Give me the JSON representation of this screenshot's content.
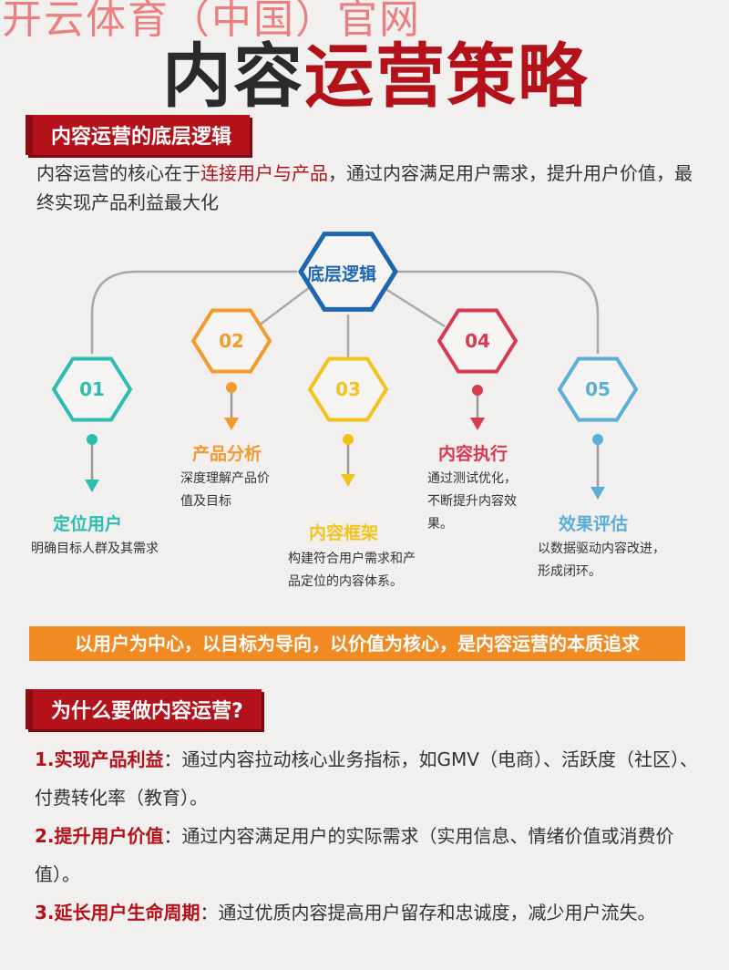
{
  "watermark": "开云体育（中国）官网",
  "title": {
    "dark": "内容",
    "red": "运营策略"
  },
  "section1": {
    "heading": "内容运营的底层逻辑",
    "intro_pre": "内容运营的核心在于",
    "intro_highlight": "连接用户与产品",
    "intro_post": "，通过内容满足用户需求，提升用户价值，最终实现产品利益最大化"
  },
  "diagram": {
    "center": "底层逻辑",
    "colors": {
      "center": "#1f66b0",
      "line": "#a8a8a8"
    },
    "steps": [
      {
        "num": "01",
        "label": "定位用户",
        "desc": "明确目标人群及其需求",
        "color": "#2bbdb0"
      },
      {
        "num": "02",
        "label": "产品分析",
        "desc": "深度理解产品价值及目标",
        "color": "#f29a2e"
      },
      {
        "num": "03",
        "label": "内容框架",
        "desc": "构建符合用户需求和产品定位的内容体系。",
        "color": "#f4c21c"
      },
      {
        "num": "04",
        "label": "内容执行",
        "desc": "通过测试优化，不断提升内容效果。",
        "color": "#d83a50"
      },
      {
        "num": "05",
        "label": "效果评估",
        "desc": "以数据驱动内容改进，形成闭环。",
        "color": "#5aaed8"
      }
    ]
  },
  "slogan": "以用户为中心，以目标为导向，以价值为核心，是内容运营的本质追求",
  "section2": {
    "heading": "为什么要做内容运营?",
    "reasons": [
      {
        "key": "1.实现产品利益",
        "text": "：通过内容拉动核心业务指标，如GMV（电商）、活跃度（社区）、付费转化率（教育）。"
      },
      {
        "key": "2.提升用户价值",
        "text": "：通过内容满足用户的实际需求（实用信息、情绪价值或消费价值）。"
      },
      {
        "key": "3.延长用户生命周期",
        "text": "：通过优质内容提高用户留存和忠诚度，减少用户流失。"
      }
    ]
  }
}
